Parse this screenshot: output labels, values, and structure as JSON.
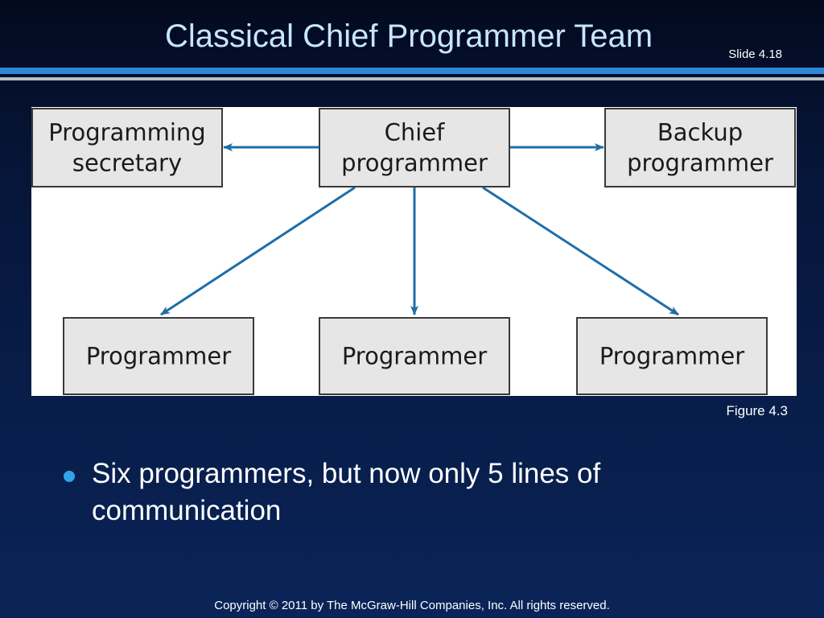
{
  "slide": {
    "title": "Classical Chief Programmer Team",
    "number_label": "Slide 4.18"
  },
  "figure": {
    "caption": "Figure 4.3",
    "nodes": [
      {
        "id": "secretary",
        "lines": [
          "Programming",
          "secretary"
        ]
      },
      {
        "id": "chief",
        "lines": [
          "Chief",
          "programmer"
        ]
      },
      {
        "id": "backup",
        "lines": [
          "Backup",
          "programmer"
        ]
      },
      {
        "id": "programmer-1",
        "lines": [
          "Programmer"
        ]
      },
      {
        "id": "programmer-2",
        "lines": [
          "Programmer"
        ]
      },
      {
        "id": "programmer-3",
        "lines": [
          "Programmer"
        ]
      }
    ],
    "edges": [
      {
        "from": "chief",
        "to": "secretary"
      },
      {
        "from": "chief",
        "to": "backup"
      },
      {
        "from": "chief",
        "to": "programmer-1"
      },
      {
        "from": "chief",
        "to": "programmer-2"
      },
      {
        "from": "chief",
        "to": "programmer-3"
      }
    ],
    "colors": {
      "box_fill": "#e6e6e6",
      "box_stroke": "#3a3a3a",
      "arrow": "#1f6ea6"
    }
  },
  "bullets": [
    "Six programmers, but now only 5 lines of communication"
  ],
  "footer": {
    "copyright": "Copyright © 2011 by The McGraw-Hill Companies, Inc.  All rights reserved."
  }
}
